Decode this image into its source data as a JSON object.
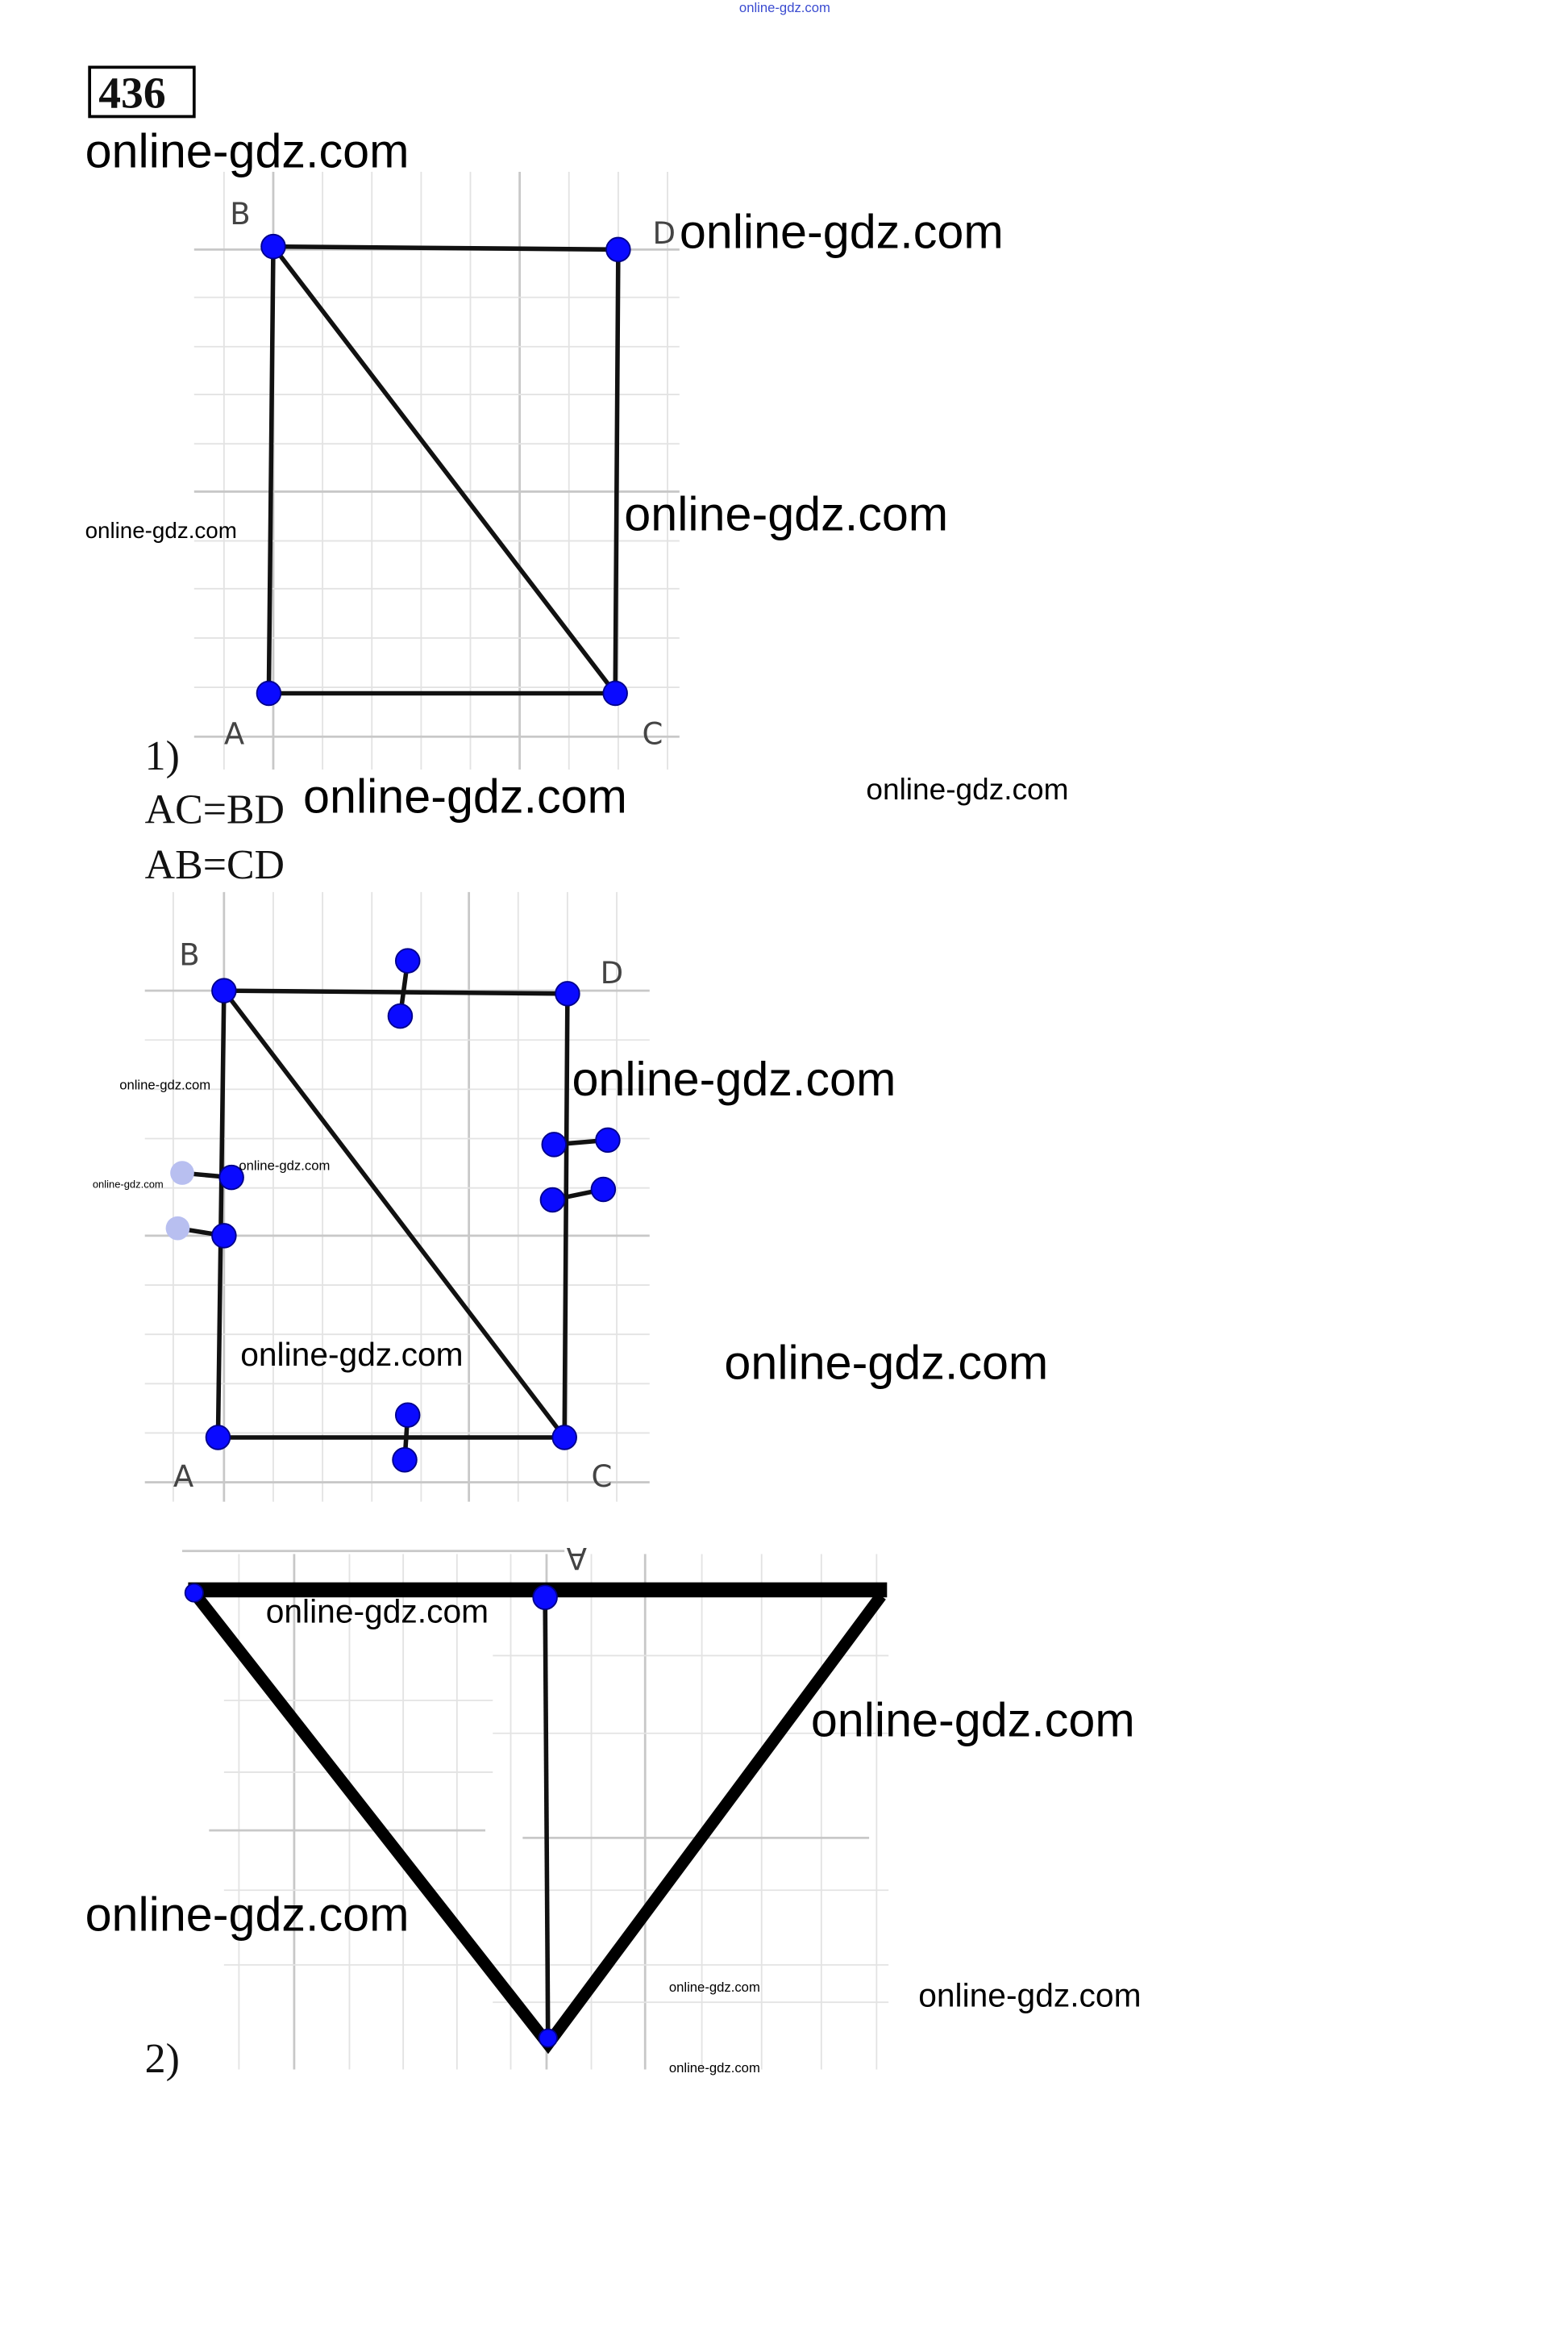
{
  "header": {
    "top_watermark": "online-gdz.com",
    "problem_number": "436"
  },
  "watermark": "online-gdz.com",
  "part1": {
    "number": "1)",
    "equalities": [
      "AC=BD",
      "AB=CD"
    ],
    "figure1_labels": {
      "A": "A",
      "B": "B",
      "C": "C",
      "D": "D"
    },
    "figure2_labels": {
      "A": "A",
      "B": "B",
      "C": "C",
      "D": "D"
    }
  },
  "part2": {
    "number": "2)",
    "top_label": "A"
  },
  "colors": {
    "point": "#0a0aff",
    "grid": "#e3e3e3",
    "line": "#111111"
  }
}
